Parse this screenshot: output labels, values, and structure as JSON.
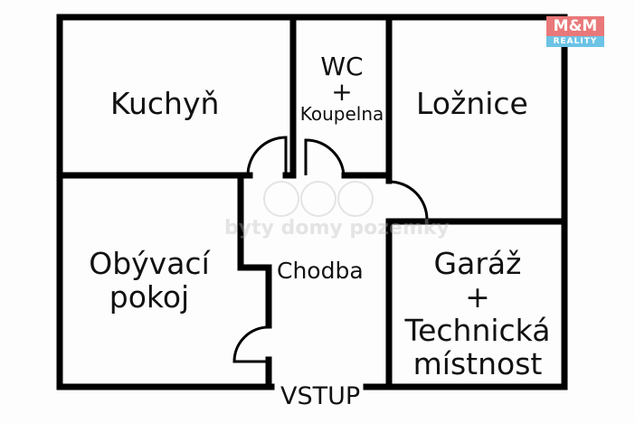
{
  "logo": {
    "top": "M&M",
    "bottom": "REALITY",
    "colors": {
      "top": "#e9787a",
      "bottom": "#6cc3e6"
    }
  },
  "watermark": {
    "text": "byty domy pozemky"
  },
  "rooms": {
    "kitchen": {
      "label": "Kuchyň"
    },
    "wc": {
      "line1": "WC",
      "line2": "+",
      "line3": "Koupelna"
    },
    "bedroom": {
      "label": "Ložnice"
    },
    "living": {
      "line1": "Obývací",
      "line2": "pokoj"
    },
    "hall": {
      "label": "Chodba"
    },
    "garage": {
      "line1": "Garáž",
      "line2": "+",
      "line3": "Technická",
      "line4": "místnost"
    }
  },
  "entrance": {
    "label": "VSTUP"
  }
}
